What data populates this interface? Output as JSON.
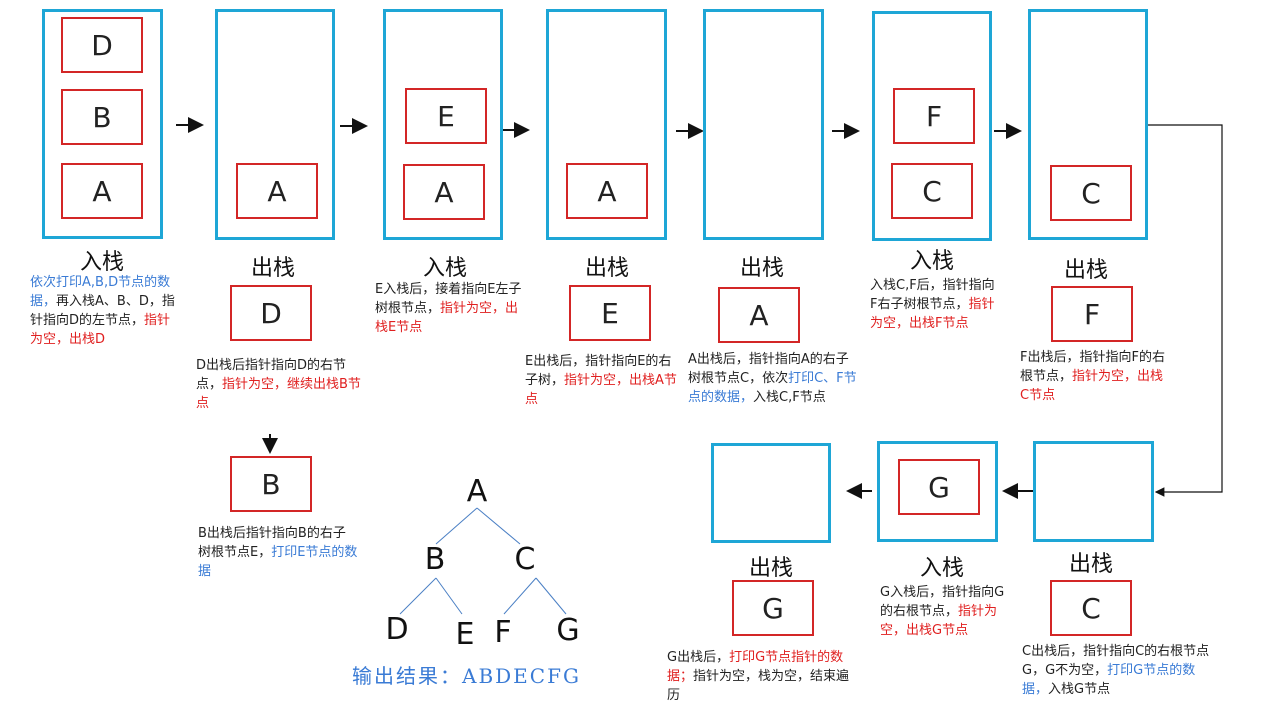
{
  "ops": {
    "push": "入栈",
    "pop": "出栈"
  },
  "nodes": {
    "A": "A",
    "B": "B",
    "C": "C",
    "D": "D",
    "E": "E",
    "F": "F",
    "G": "G"
  },
  "descriptions": {
    "s1": {
      "blue": "依次打印A,B,D节点的数据，",
      "plain": "再入栈A、B、D，指针指向D的左节点，",
      "red": "指针为空，出栈D"
    },
    "s2": {
      "plain": "D出栈后指针指向D的右节点，",
      "red": "指针为空，继续出栈B节点"
    },
    "s2b": {
      "plain": "B出栈后指针指向B的右子树根节点E，",
      "blue": "打印E节点的数据"
    },
    "s3": {
      "plain": "E入栈后，接着指向E左子树根节点，",
      "red": "指针为空，出栈E节点"
    },
    "s4": {
      "plain": "E出栈后，指针指向E的右子树，",
      "red": "指针为空，出栈A节点"
    },
    "s5": {
      "plain": "A出栈后，指针指向A的右子树根节点C，依次",
      "blue": "打印C、F节点的数据，",
      "plain2": "入栈C,F节点"
    },
    "s6": {
      "plain": "入栈C,F后，指针指向F右子树根节点，",
      "red": "指针为空，出栈F节点"
    },
    "s7": {
      "plain": "F出栈后，指针指向F的右根节点，",
      "red": "指针为空，出栈C节点"
    },
    "s8": {
      "plain": "C出栈后，指针指向C的右根节点G，G不为空，",
      "blue": "打印G节点的数据，",
      "plain2": "入栈G节点"
    },
    "s9": {
      "plain": "G入栈后，指针指向G的右根节点，",
      "red": "指针为空，出栈G节点"
    },
    "s10": {
      "plain": "G出栈后，",
      "red": "打印G节点指针的数据；",
      "plain2": "指针为空，栈为空，结束遍历"
    }
  },
  "result": "输出结果：ABDECFG",
  "colors": {
    "stack_border": "#1ea6d6",
    "node_border": "#d32626",
    "red_text": "#e02020",
    "blue_text": "#3a7bd5"
  }
}
